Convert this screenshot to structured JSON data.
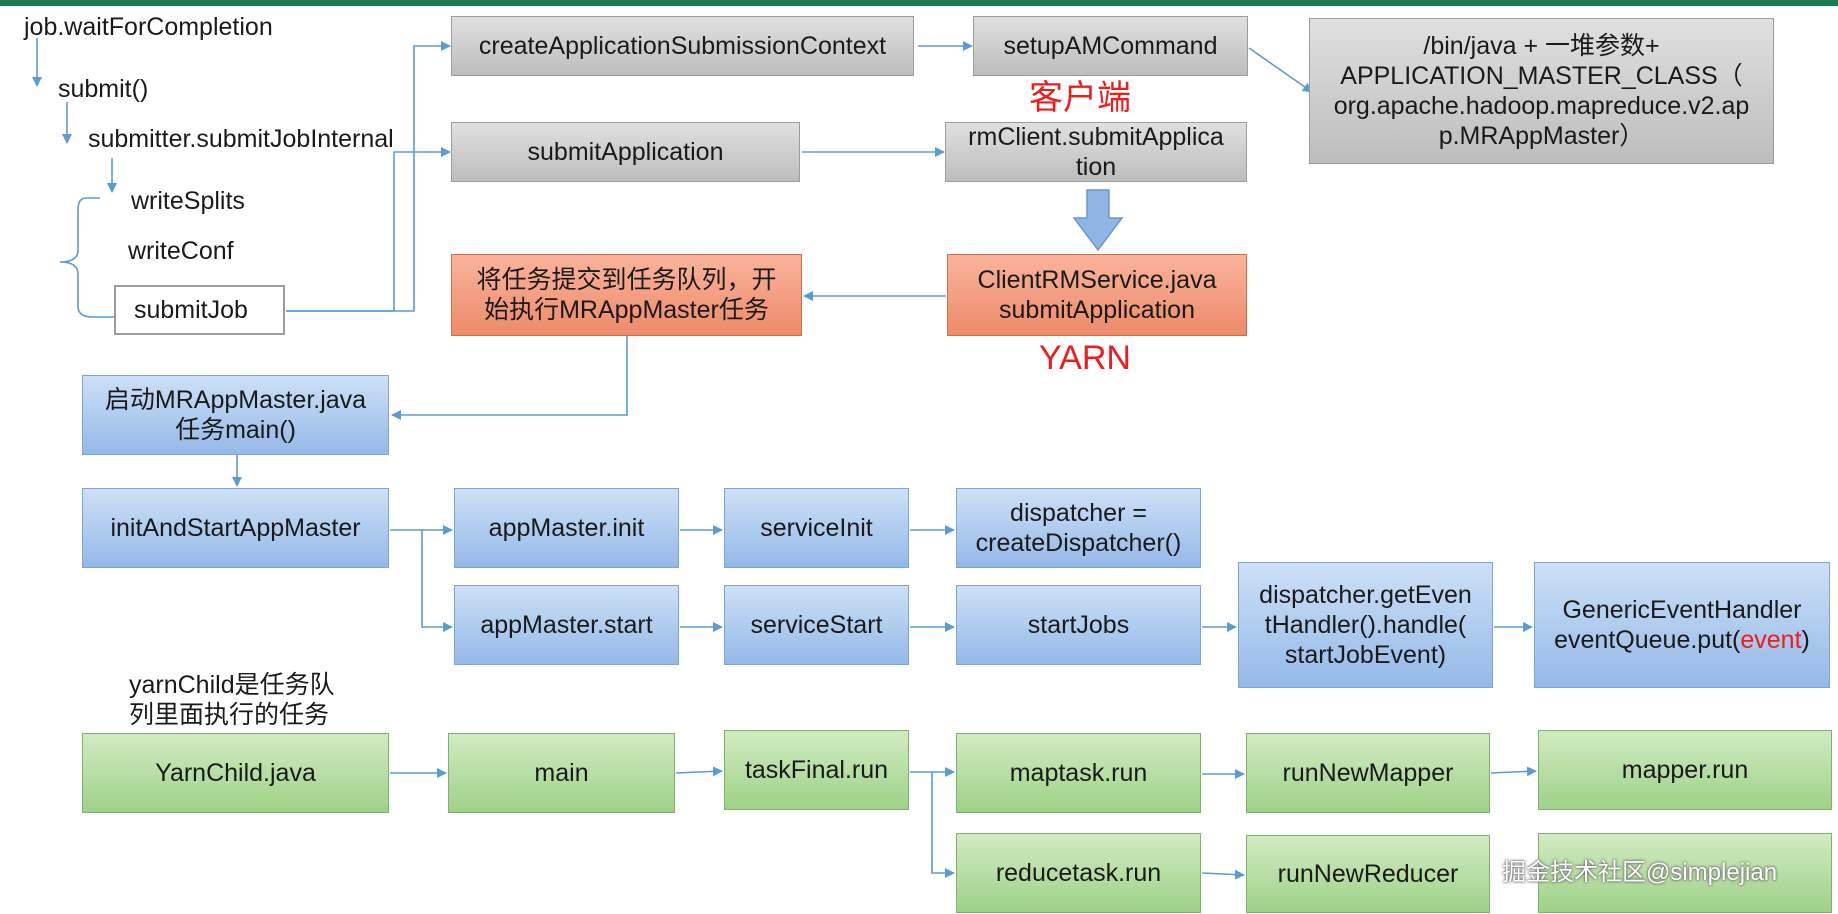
{
  "client_calls": {
    "wait": "job.waitForCompletion",
    "submit": "submit()",
    "submit_internal": "submitter.submitJobInternal",
    "write_splits": "writeSplits",
    "write_conf": "writeConf",
    "submit_job": "submitJob"
  },
  "client_boxes": {
    "create_ctx": "createApplicationSubmissionContext",
    "setup_am": "setupAMCommand",
    "java_cmd": [
      "/bin/java + 一堆参数+",
      "APPLICATION_MASTER_CLASS（",
      "org.apache.hadoop.mapreduce.v2.ap",
      "p.MRAppMaster）"
    ],
    "submit_app": "submitApplication",
    "rm_client": [
      "rmClient.submitApplica",
      "tion"
    ]
  },
  "labels": {
    "client": "客户端",
    "yarn": "YARN"
  },
  "yarn_boxes": {
    "client_rm": [
      "ClientRMService.java",
      "submitApplication"
    ],
    "enqueue": [
      "将任务提交到任务队列，开",
      "始执行MRAppMaster任务"
    ]
  },
  "appmaster": {
    "start_main": [
      "启动MRAppMaster.java",
      "任务main()"
    ],
    "init_start": "initAndStartAppMaster",
    "am_init": "appMaster.init",
    "service_init": "serviceInit",
    "dispatcher": [
      "dispatcher =",
      "createDispatcher()"
    ],
    "am_start": "appMaster.start",
    "service_start": "serviceStart",
    "start_jobs": "startJobs",
    "get_handler": [
      "dispatcher.getEven",
      "tHandler().handle(",
      "startJobEvent)"
    ],
    "generic_handler_1": "GenericEventHandler",
    "queue_put_prefix": "eventQueue.put(",
    "queue_put_event": "event",
    "queue_put_suffix": ")"
  },
  "yarn_child": {
    "note": [
      "yarnChild是任务队",
      "列里面执行的任务"
    ],
    "java": "YarnChild.java",
    "main": "main",
    "task_final": "taskFinal.run",
    "maptask": "maptask.run",
    "run_new_mapper": "runNewMapper",
    "mapper_run": "mapper.run",
    "reducetask": "reducetask.run",
    "run_new_reducer": "runNewReducer"
  },
  "watermark": "掘金技术社区@simplejian",
  "colors": {
    "header_bar": "#1a7a52",
    "arrow": "#5b9bd5",
    "gray_box": "#bdbdbd",
    "orange_box": "#ee8a69",
    "blue_box": "#94b9e8",
    "green_box": "#9ed287",
    "highlight_red": "#ee1c1c"
  }
}
